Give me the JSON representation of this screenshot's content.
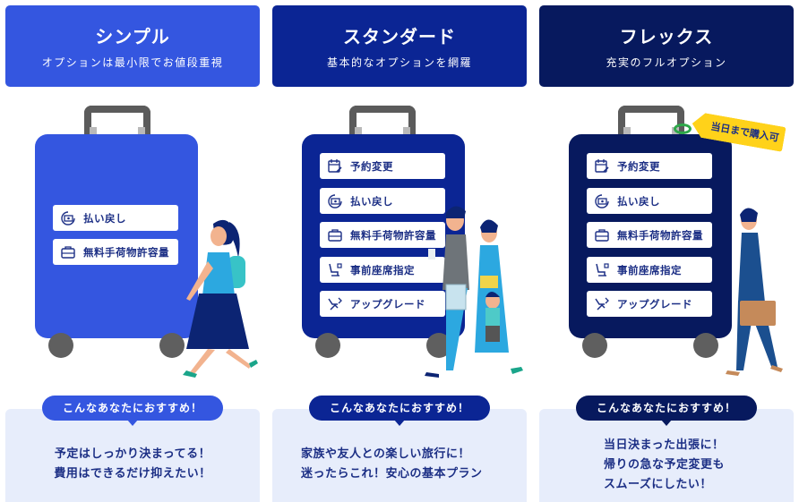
{
  "colors": {
    "simple": "#3456e0",
    "standard": "#0b2594",
    "flex": "#07195e",
    "option_text": "#1c2f85",
    "rec_bg": "#e7edfb",
    "tag": "#ffd21a"
  },
  "plans": [
    {
      "title": "シンプル",
      "subtitle": "オプションは最小限でお値段重視",
      "options": [
        {
          "icon": "refund-icon",
          "label": "払い戻し"
        },
        {
          "icon": "baggage-icon",
          "label": "無料手荷物許容量"
        }
      ],
      "badge": "こんなあなたにおすすめ！",
      "recommend": [
        "予定はしっかり決まってる！",
        "費用はできるだけ抑えたい！"
      ]
    },
    {
      "title": "スタンダード",
      "subtitle": "基本的なオプションを網羅",
      "options": [
        {
          "icon": "calendar-edit-icon",
          "label": "予約変更"
        },
        {
          "icon": "refund-icon",
          "label": "払い戻し"
        },
        {
          "icon": "baggage-icon",
          "label": "無料手荷物許容量"
        },
        {
          "icon": "seat-icon",
          "label": "事前座席指定"
        },
        {
          "icon": "upgrade-icon",
          "label": "アップグレード"
        }
      ],
      "badge": "こんなあなたにおすすめ！",
      "recommend": [
        "家族や友人との楽しい旅行に！",
        "迷ったらこれ！安心の基本プラン"
      ]
    },
    {
      "title": "フレックス",
      "subtitle": "充実のフルオプション",
      "tag": "当日まで購入可",
      "options": [
        {
          "icon": "calendar-edit-icon",
          "label": "予約変更"
        },
        {
          "icon": "refund-icon",
          "label": "払い戻し"
        },
        {
          "icon": "baggage-icon",
          "label": "無料手荷物許容量"
        },
        {
          "icon": "seat-icon",
          "label": "事前座席指定"
        },
        {
          "icon": "upgrade-icon",
          "label": "アップグレード"
        }
      ],
      "badge": "こんなあなたにおすすめ！",
      "recommend": [
        "当日決まった出張に！",
        "帰りの急な予定変更も",
        "スムーズにしたい！"
      ]
    }
  ]
}
